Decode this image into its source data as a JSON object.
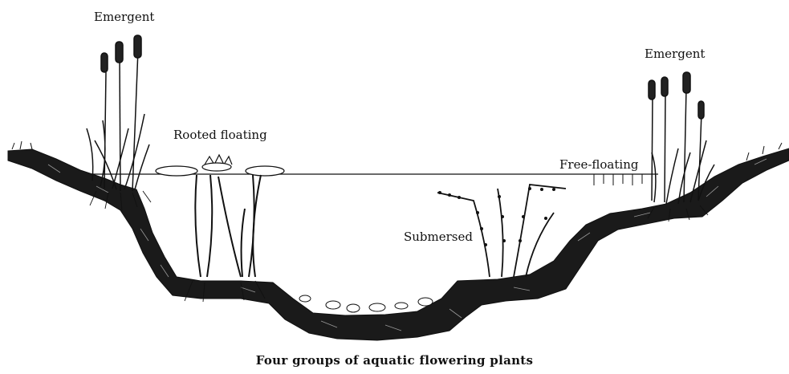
{
  "labels": {
    "emergent_left": "Emergent",
    "rooted_floating": "Rooted floating",
    "emergent_right": "Emergent",
    "free_floating": "Free-floating",
    "submersed": "Submersed"
  },
  "caption": "Four groups of aquatic flowering plants",
  "colors": {
    "ink": "#111111",
    "background": "#ffffff"
  }
}
